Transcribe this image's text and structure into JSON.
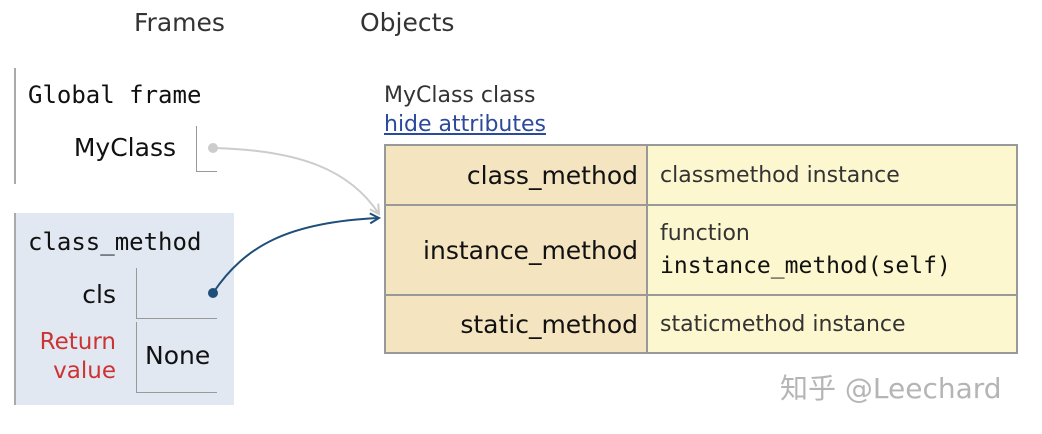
{
  "headings": {
    "frames": "Frames",
    "objects": "Objects"
  },
  "global_frame": {
    "title": "Global frame",
    "variables": [
      {
        "name": "MyClass"
      }
    ]
  },
  "call_frame": {
    "title": "class_method",
    "variables": [
      {
        "name": "cls"
      }
    ],
    "return_label": "Return\nvalue",
    "return_value": "None"
  },
  "object": {
    "title": "MyClass class",
    "toggle_link": "hide attributes",
    "attributes": [
      {
        "key": "class_method",
        "value": "classmethod instance"
      },
      {
        "key": "instance_method",
        "value_line1": "function",
        "value_line2": "instance_method(self)"
      },
      {
        "key": "static_method",
        "value": "staticmethod instance"
      }
    ]
  },
  "watermark": "知乎 @Leechard",
  "colors": {
    "global_pointer": "#cccccc",
    "local_pointer": "#1f4e79",
    "frame_bg": "#e2e8f2",
    "key_bg": "#f5e4c0",
    "value_bg": "#fdf7cf",
    "return_label": "#cc3333",
    "link": "#2b4a9b"
  }
}
